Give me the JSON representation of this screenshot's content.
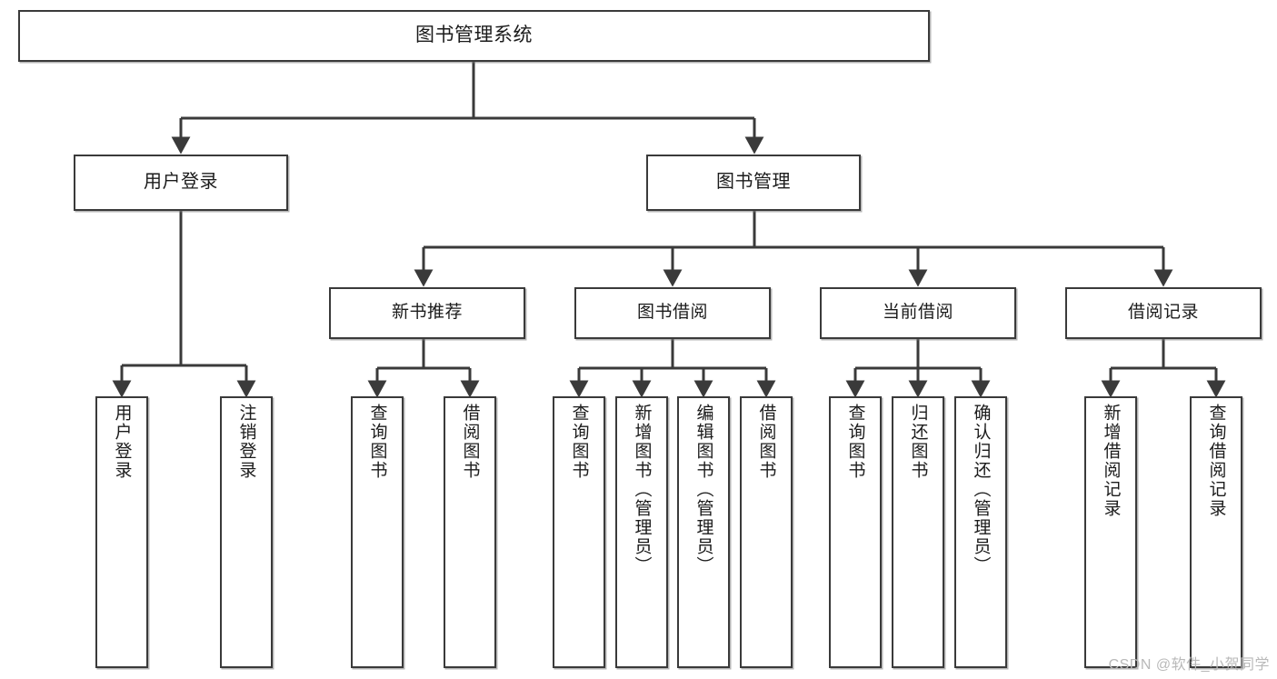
{
  "diagram": {
    "title": "图书管理系统",
    "type": "tree-hierarchy-diagram",
    "colors": {
      "box_border": "#3a3a3a",
      "box_fill": "#ffffff",
      "edge": "#3a3a3a",
      "text": "#1b1b1b",
      "watermark": "#b9b9b9"
    },
    "nodes": {
      "root": {
        "label": "图书管理系统"
      },
      "level1": [
        {
          "id": "user-login",
          "label": "用户登录"
        },
        {
          "id": "book-management",
          "label": "图书管理"
        }
      ],
      "level2": [
        {
          "id": "new-book-recommend",
          "label": "新书推荐"
        },
        {
          "id": "book-borrow",
          "label": "图书借阅"
        },
        {
          "id": "current-borrow",
          "label": "当前借阅"
        },
        {
          "id": "borrow-record",
          "label": "借阅记录"
        }
      ],
      "leaves": [
        {
          "id": "leaf-user-login",
          "label": "用户登录",
          "parent": "user-login"
        },
        {
          "id": "leaf-user-logout",
          "label": "注销登录",
          "parent": "user-login"
        },
        {
          "id": "leaf-query-book-1",
          "label": "查询图书",
          "parent": "new-book-recommend"
        },
        {
          "id": "leaf-borrow-book-1",
          "label": "借阅图书",
          "parent": "new-book-recommend"
        },
        {
          "id": "leaf-query-book-2",
          "label": "查询图书",
          "parent": "book-borrow"
        },
        {
          "id": "leaf-add-book",
          "label": "新增图书（管理员）",
          "parent": "book-borrow"
        },
        {
          "id": "leaf-edit-book",
          "label": "编辑图书（管理员）",
          "parent": "book-borrow"
        },
        {
          "id": "leaf-borrow-book-2",
          "label": "借阅图书",
          "parent": "book-borrow"
        },
        {
          "id": "leaf-query-book-3",
          "label": "查询图书",
          "parent": "current-borrow"
        },
        {
          "id": "leaf-return-book",
          "label": "归还图书",
          "parent": "current-borrow"
        },
        {
          "id": "leaf-confirm-return",
          "label": "确认归还（管理员）",
          "parent": "current-borrow"
        },
        {
          "id": "leaf-add-record",
          "label": "新增借阅记录",
          "parent": "borrow-record"
        },
        {
          "id": "leaf-query-record",
          "label": "查询借阅记录",
          "parent": "borrow-record"
        }
      ]
    },
    "watermark": "CSDN @软件_小贺同学"
  }
}
